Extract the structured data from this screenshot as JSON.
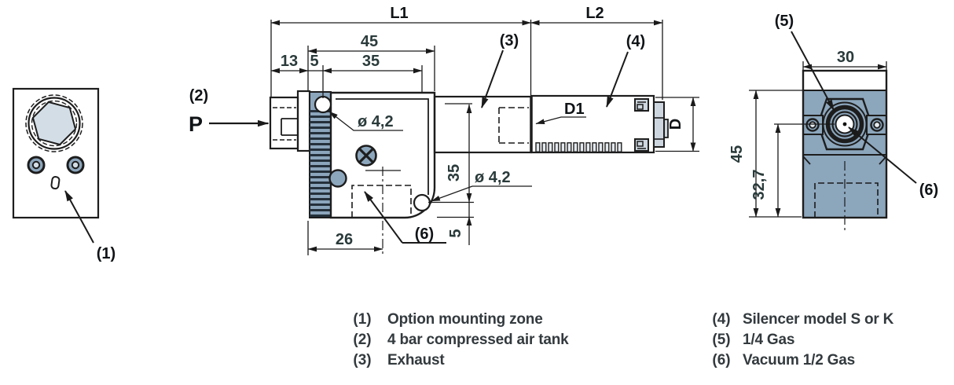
{
  "colors": {
    "body": "#8ca6bc",
    "silencer": "#cdd6de",
    "highlight": "#d3dde6",
    "hole_fill": "#ffffff",
    "line": "#1d1d1d",
    "dim_text": "#2a3a3a",
    "label_text": "#101417",
    "background": "#ffffff"
  },
  "drawing": {
    "left_view": {
      "callout_1": "(1)"
    },
    "front_view": {
      "port": "P",
      "callout_2": "(2)",
      "callout_3": "(3)",
      "callout_4": "(4)",
      "callout_6": "(6)",
      "dim_l1": "L1",
      "dim_l2": "L2",
      "dim_45": "45",
      "dim_13": "13",
      "dim_5": "5",
      "dim_35": "35",
      "dim_hole": "ø 4,2",
      "dim_v35": "35",
      "dim_v5": "5",
      "dim_26": "26",
      "dim_d1": "D1",
      "dim_d": "D"
    },
    "right_view": {
      "callout_5": "(5)",
      "callout_6": "(6)",
      "dim_30": "30",
      "dim_45": "45",
      "dim_32_7": "32,7"
    }
  },
  "legend": {
    "col1": [
      {
        "num": "(1)",
        "text": "Option mounting zone"
      },
      {
        "num": "(2)",
        "text": "4 bar compressed air tank"
      },
      {
        "num": "(3)",
        "text": "Exhaust"
      }
    ],
    "col2": [
      {
        "num": "(4)",
        "text": "Silencer model S or K"
      },
      {
        "num": "(5)",
        "text": "1/4 Gas"
      },
      {
        "num": "(6)",
        "text": "Vacuum 1/2 Gas"
      }
    ]
  }
}
